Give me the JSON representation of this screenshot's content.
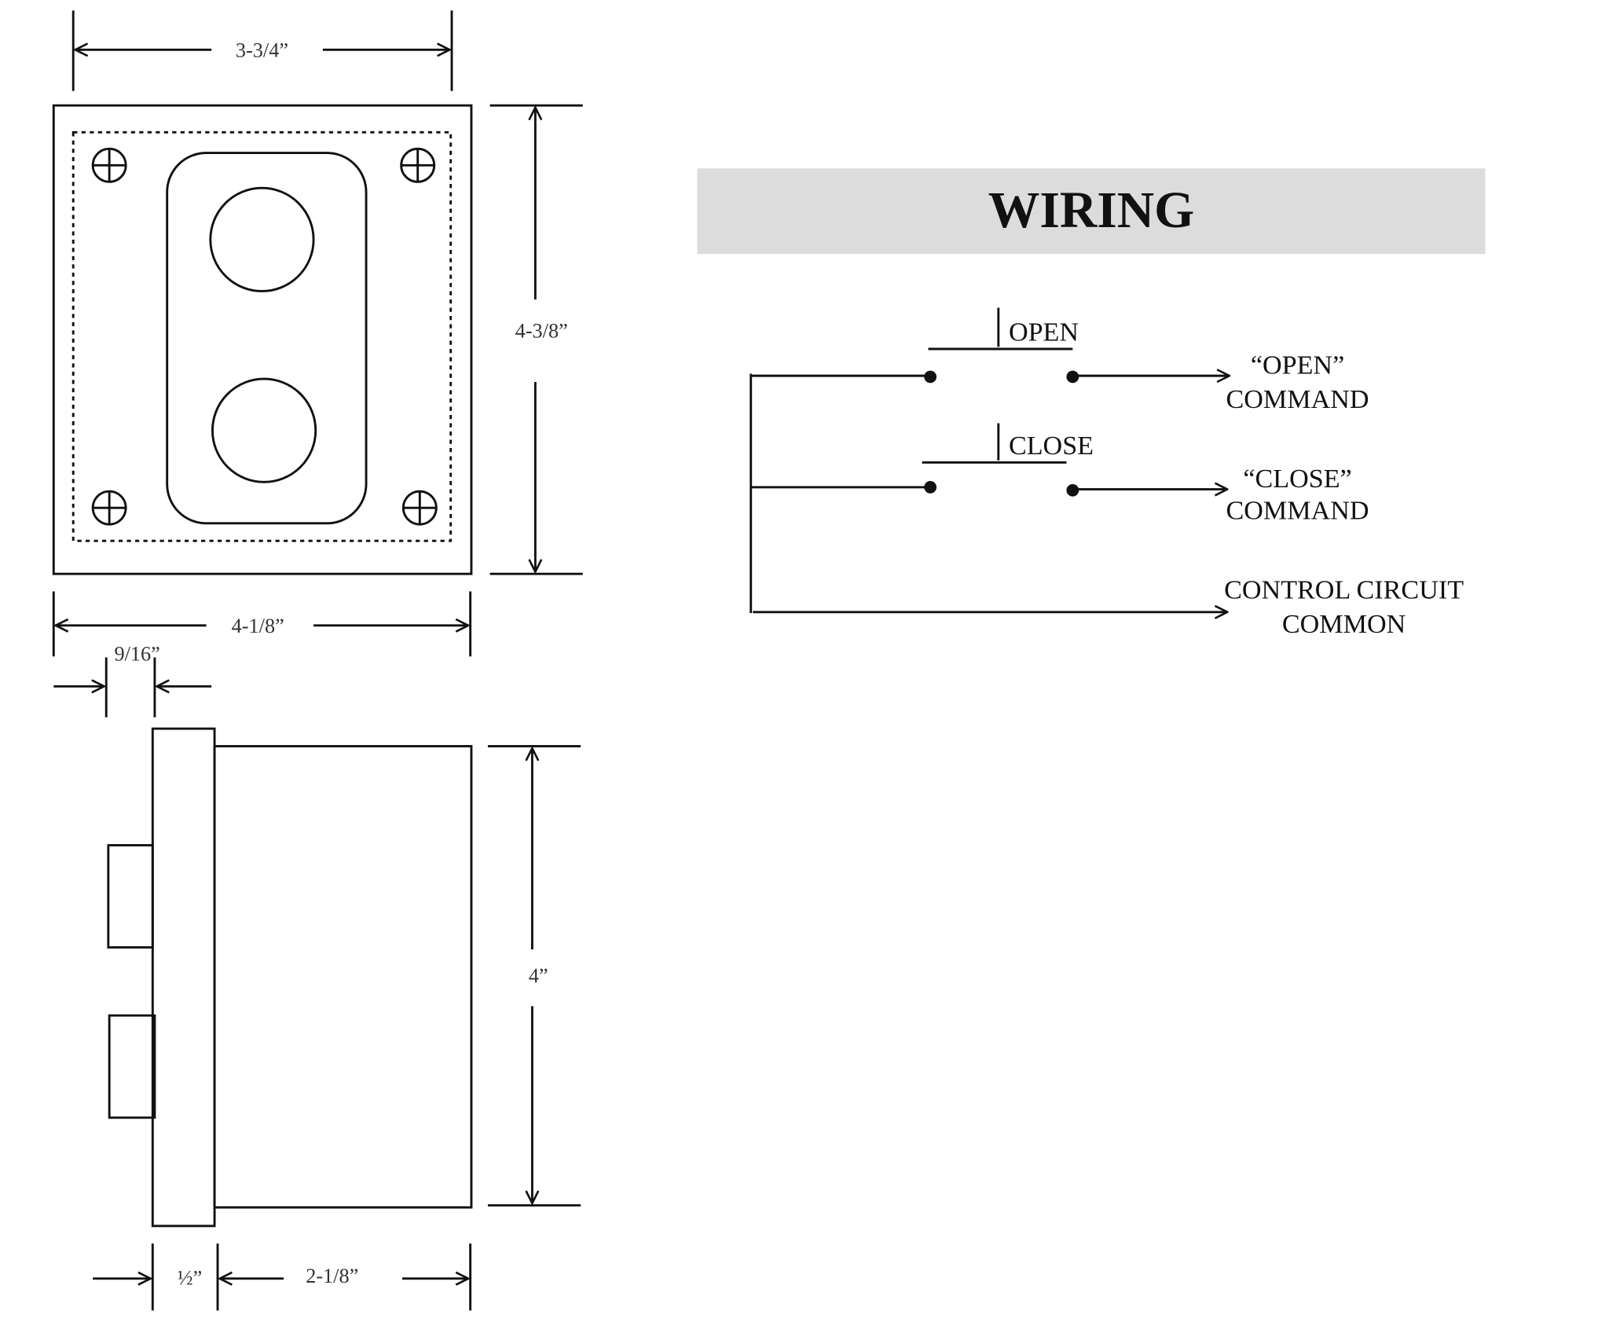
{
  "dimensions": {
    "top_width": "3-3/4”",
    "front_height": "4-3/8”",
    "front_width": "4-1/8”",
    "button_projection": "9/16”",
    "side_height": "4”",
    "flange_depth": "½”",
    "body_depth": "2-1/8”"
  },
  "wiring": {
    "title": "WIRING",
    "switch_open_label": "OPEN",
    "switch_close_label": "CLOSE",
    "open_command_line1": "“OPEN”",
    "open_command_line2": "COMMAND",
    "close_command_line1": "“CLOSE”",
    "close_command_line2": "COMMAND",
    "common_line1": "CONTROL CIRCUIT",
    "common_line2": "COMMON"
  },
  "colors": {
    "title_band": "#dcdcdc",
    "line": "#111111"
  }
}
